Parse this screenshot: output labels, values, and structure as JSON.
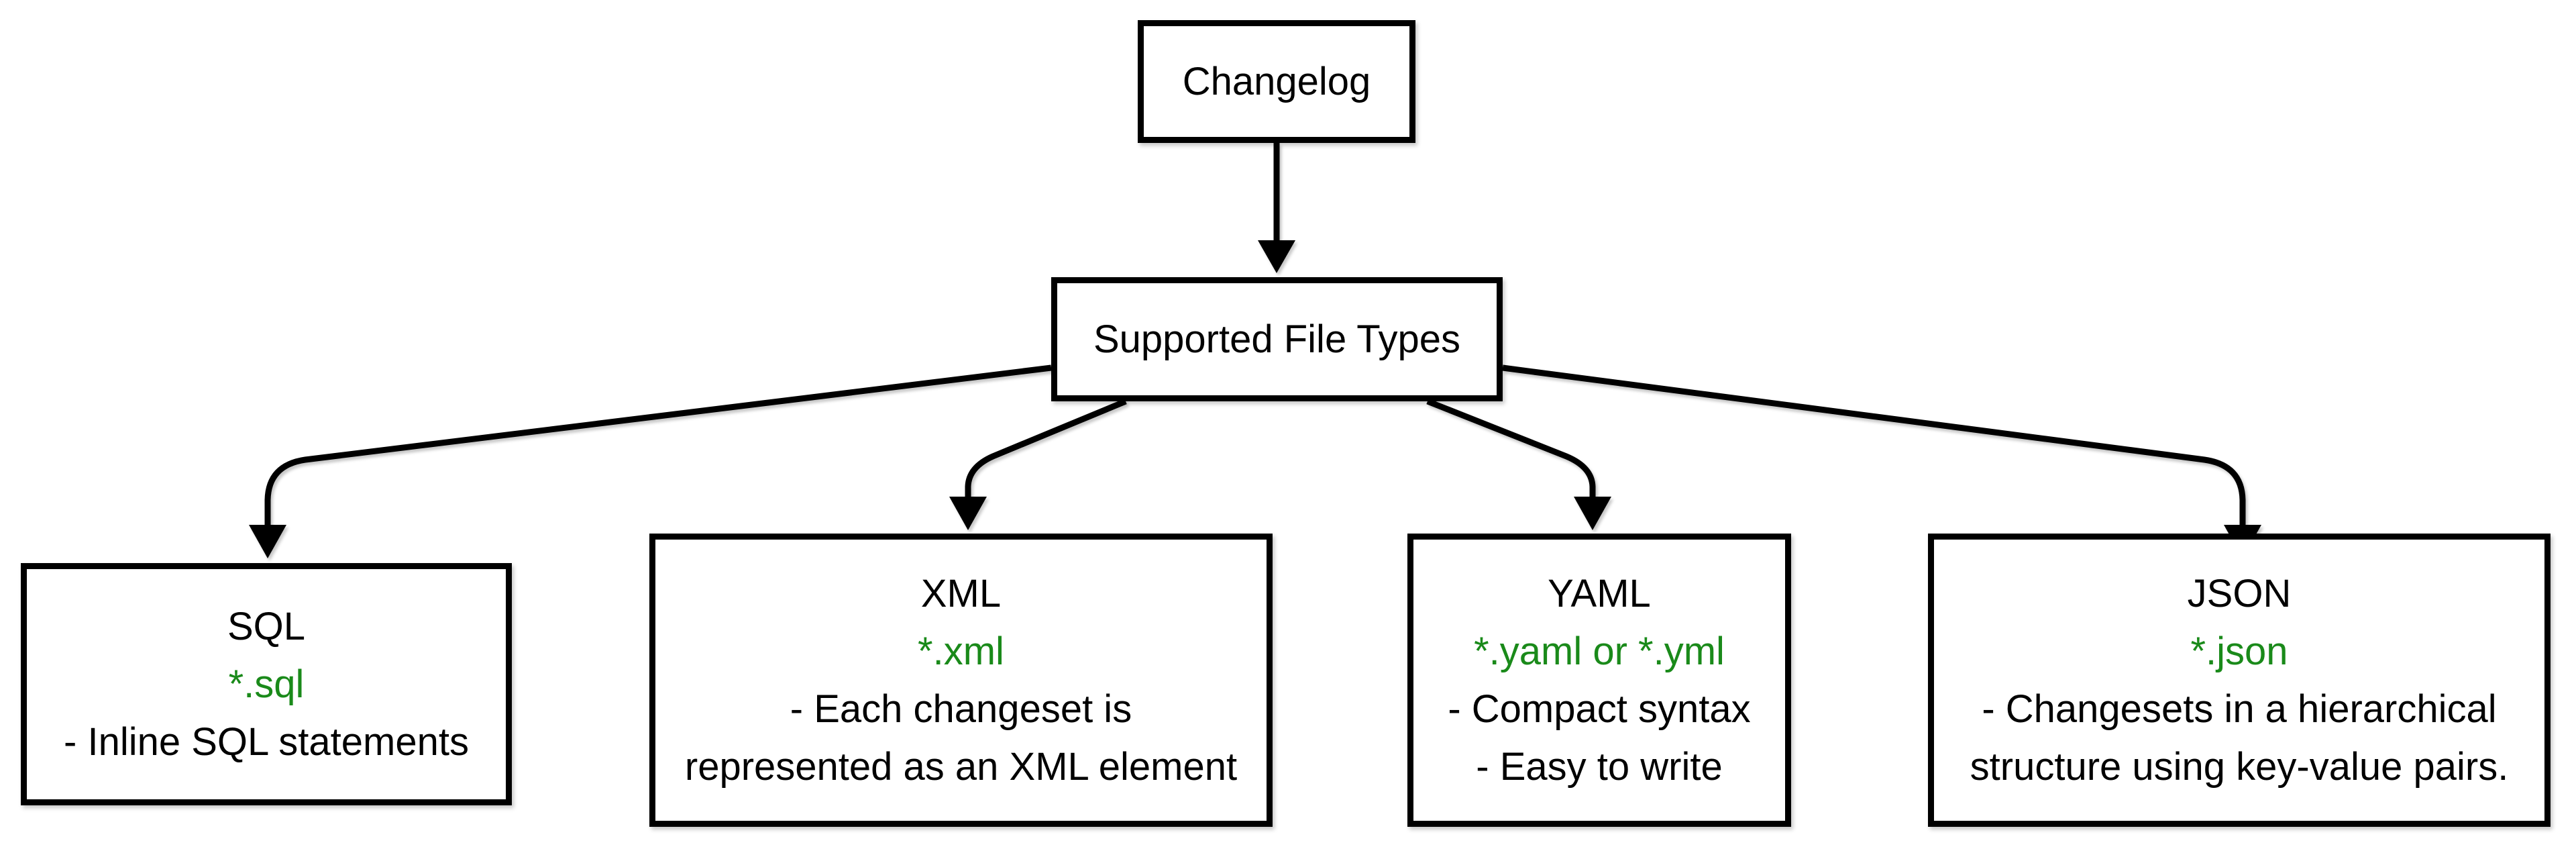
{
  "colors": {
    "pattern_green": "#1a8a1a",
    "node_border": "#000000",
    "node_fill": "#ffffff",
    "text": "#000000"
  },
  "nodes": {
    "changelog": {
      "label": "Changelog"
    },
    "supported_file_types": {
      "label": "Supported File Types"
    },
    "sql": {
      "title": "SQL",
      "pattern": "*.sql",
      "desc": [
        "- Inline SQL statements"
      ]
    },
    "xml": {
      "title": "XML",
      "pattern": "*.xml",
      "desc": [
        "- Each changeset is",
        "represented as an XML element"
      ]
    },
    "yaml": {
      "title": "YAML",
      "pattern": "*.yaml or *.yml",
      "desc": [
        "- Compact syntax",
        "- Easy to write"
      ]
    },
    "json": {
      "title": "JSON",
      "pattern": "*.json",
      "desc": [
        "- Changesets in a hierarchical",
        "structure using key-value pairs."
      ]
    }
  }
}
